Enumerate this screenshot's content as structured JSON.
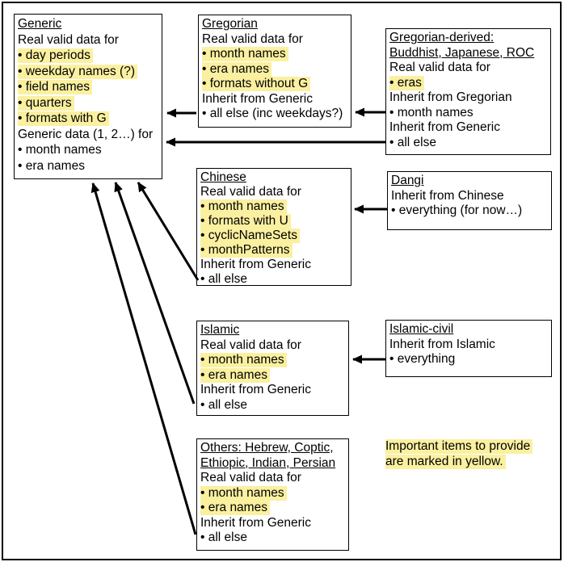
{
  "colors": {
    "highlight": "#faf0a0",
    "border": "#000000",
    "arrow": "#000000",
    "background": "#ffffff"
  },
  "boxes": [
    {
      "id": "generic",
      "lines": [
        {
          "text": "Generic",
          "title": true
        },
        {
          "text": "Real valid data for"
        },
        {
          "text": "• day periods",
          "highlight": true
        },
        {
          "text": "• weekday names (?)",
          "highlight": true
        },
        {
          "text": "• field names",
          "highlight": true
        },
        {
          "text": "• quarters",
          "highlight": true
        },
        {
          "text": "• formats with G",
          "highlight": true
        },
        {
          "text": "Generic data (1, 2…) for"
        },
        {
          "text": "• month names"
        },
        {
          "text": "• era names"
        }
      ]
    },
    {
      "id": "gregorian",
      "lines": [
        {
          "text": "Gregorian",
          "title": true
        },
        {
          "text": "Real valid data for"
        },
        {
          "text": "• month names",
          "highlight": true
        },
        {
          "text": "• era names",
          "highlight": true
        },
        {
          "text": "• formats without G",
          "highlight": true
        },
        {
          "text": "Inherit from Generic"
        },
        {
          "text": "• all else (inc weekdays?)"
        }
      ]
    },
    {
      "id": "gregorian-derived",
      "lines": [
        {
          "text": "Gregorian-derived:",
          "title": true
        },
        {
          "text": "Buddhist, Japanese, ROC",
          "title": true
        },
        {
          "text": "Real valid data for"
        },
        {
          "text": "• eras",
          "highlight": true
        },
        {
          "text": "Inherit from Gregorian"
        },
        {
          "text": "• month names"
        },
        {
          "text": "Inherit from Generic"
        },
        {
          "text": "• all else"
        }
      ]
    },
    {
      "id": "chinese",
      "lines": [
        {
          "text": "Chinese",
          "title": true
        },
        {
          "text": "Real valid data for"
        },
        {
          "text": "• month names",
          "highlight": true
        },
        {
          "text": "• formats with U",
          "highlight": true
        },
        {
          "text": "• cyclicNameSets",
          "highlight": true
        },
        {
          "text": "• monthPatterns",
          "highlight": true
        },
        {
          "text": "Inherit from Generic"
        },
        {
          "text": "• all else"
        }
      ]
    },
    {
      "id": "dangi",
      "lines": [
        {
          "text": "Dangi",
          "title": true
        },
        {
          "text": "Inherit from Chinese"
        },
        {
          "text": "• everything (for now…)"
        }
      ]
    },
    {
      "id": "islamic",
      "lines": [
        {
          "text": "Islamic",
          "title": true
        },
        {
          "text": "Real valid data for"
        },
        {
          "text": "• month names",
          "highlight": true
        },
        {
          "text": "• era names",
          "highlight": true
        },
        {
          "text": "Inherit from Generic"
        },
        {
          "text": "• all else"
        }
      ]
    },
    {
      "id": "islamic-civil",
      "lines": [
        {
          "text": "Islamic-civil",
          "title": true
        },
        {
          "text": "Inherit from Islamic"
        },
        {
          "text": "• everything"
        }
      ]
    },
    {
      "id": "others",
      "lines": [
        {
          "text": "Others: Hebrew, Coptic,",
          "title": true
        },
        {
          "text": "Ethiopic, Indian, Persian",
          "title": true
        },
        {
          "text": "Real valid data for"
        },
        {
          "text": "• month names",
          "highlight": true
        },
        {
          "text": "• era names",
          "highlight": true
        },
        {
          "text": "Inherit from Generic"
        },
        {
          "text": "• all else"
        }
      ]
    }
  ],
  "note": {
    "lines": [
      {
        "text": "Important items to provide",
        "highlight": true
      },
      {
        "text": "are marked in yellow.",
        "highlight": true
      }
    ]
  },
  "arrows": [
    {
      "from": "Gregorian",
      "to": "Generic"
    },
    {
      "from": "Gregorian-derived",
      "to": "Gregorian"
    },
    {
      "from": "Gregorian-derived",
      "to": "Generic"
    },
    {
      "from": "Dangi",
      "to": "Chinese"
    },
    {
      "from": "Islamic-civil",
      "to": "Islamic"
    },
    {
      "from": "Chinese",
      "to": "Generic"
    },
    {
      "from": "Islamic",
      "to": "Generic"
    },
    {
      "from": "Others",
      "to": "Generic"
    }
  ]
}
